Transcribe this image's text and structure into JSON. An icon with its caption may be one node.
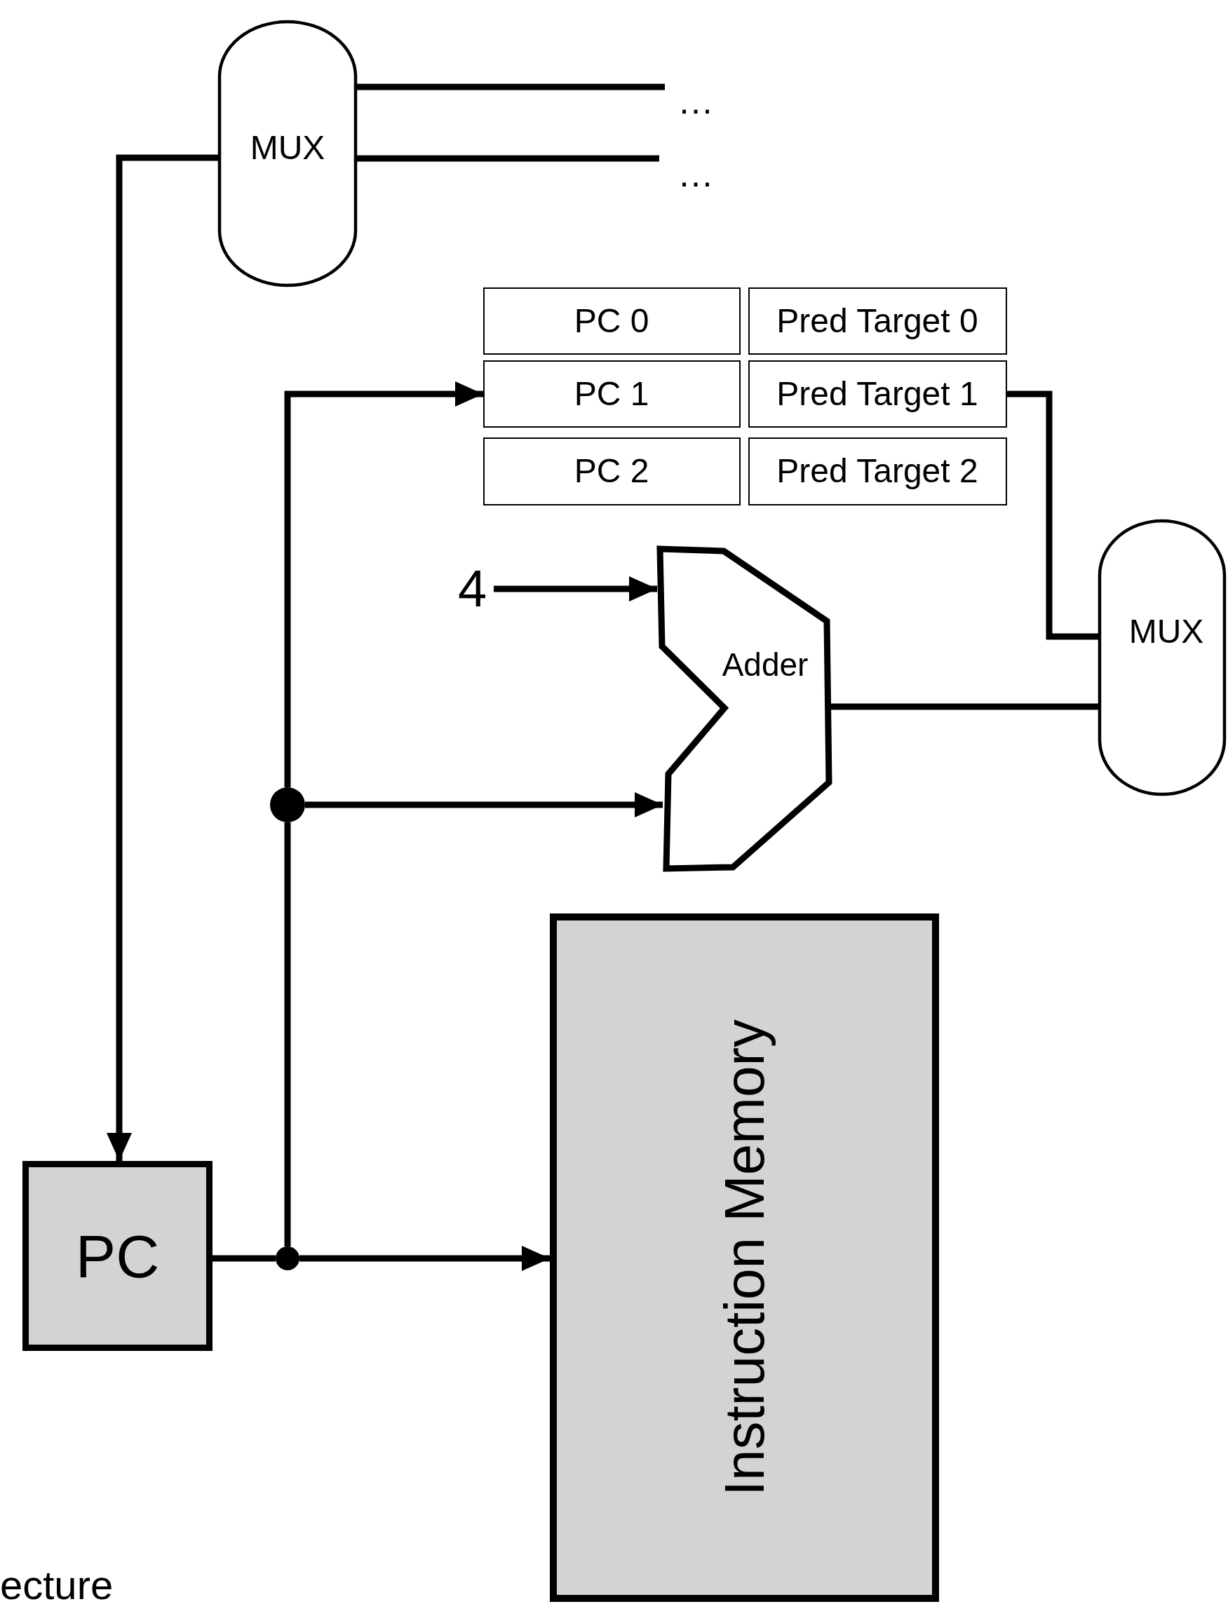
{
  "diagram": {
    "nodes": [
      {
        "text": [
          "MUX"
        ]
      },
      {
        "text": [
          "PC 0"
        ]
      },
      {
        "text": [
          "Pred Target 0"
        ]
      },
      {
        "text": [
          "PC 1"
        ]
      },
      {
        "text": [
          "Pred Target 1"
        ]
      },
      {
        "text": [
          "PC 2"
        ]
      },
      {
        "text": [
          "Pred Target 2"
        ]
      },
      {
        "text": [
          "Adder"
        ]
      },
      {
        "text": [
          "MUX"
        ]
      },
      {
        "text": [
          "Instruction Memory"
        ]
      },
      {
        "text": [
          "PC"
        ]
      },
      {
        "text": [
          "4"
        ]
      },
      {
        "text": [],
        "shape": "circle"
      },
      {
        "text": [],
        "shape": "circle"
      }
    ],
    "edges": [
      {
        "from": 0,
        "to": 10,
        "arrow": "to"
      },
      {
        "from": 0,
        "to": null,
        "arrow": "none"
      },
      {
        "from": 0,
        "to": null,
        "arrow": "none"
      },
      {
        "from": 10,
        "to": 13,
        "arrow": "none"
      },
      {
        "from": 13,
        "to": 9,
        "arrow": "to"
      },
      {
        "from": 13,
        "to": 12,
        "arrow": "none"
      },
      {
        "from": 12,
        "to": 3,
        "arrow": "to"
      },
      {
        "from": 12,
        "to": 7,
        "arrow": "to"
      },
      {
        "from": 11,
        "to": 7,
        "arrow": "to"
      },
      {
        "from": 4,
        "to": 8,
        "arrow": "none"
      },
      {
        "from": 7,
        "to": 8,
        "arrow": "none"
      }
    ],
    "labels": [
      "…",
      "…",
      "ecture"
    ]
  }
}
